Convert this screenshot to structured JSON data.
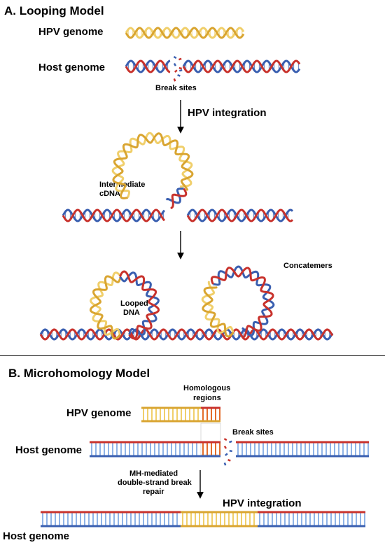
{
  "section_a": {
    "title": "A. Looping Model",
    "hpv_genome": "HPV genome",
    "host_genome": "Host genome",
    "break_sites": "Break sites",
    "hpv_integration": "HPV integration",
    "intermediate_1": "Intermediate",
    "intermediate_2": "cDNA",
    "concatemers": "Concatemers",
    "looped_1": "Looped",
    "looped_2": "DNA"
  },
  "section_b": {
    "title": "B. Microhomology Model",
    "homologous_1": "Homologous",
    "homologous_2": "regions",
    "hpv_genome": "HPV genome",
    "host_genome": "Host genome",
    "break_sites": "Break sites",
    "repair_1": "MH-mediated",
    "repair_2": "double-strand break",
    "repair_3": "repair",
    "hpv_integration": "HPV integration",
    "host_genome_bottom": "Host genome"
  },
  "colors": {
    "hpv_gold": "#d9a531",
    "hpv_gold_light": "#f0cf6b",
    "host_red": "#c8322c",
    "host_blue": "#3a5fb0",
    "mh_orange": "#e36d2a"
  }
}
